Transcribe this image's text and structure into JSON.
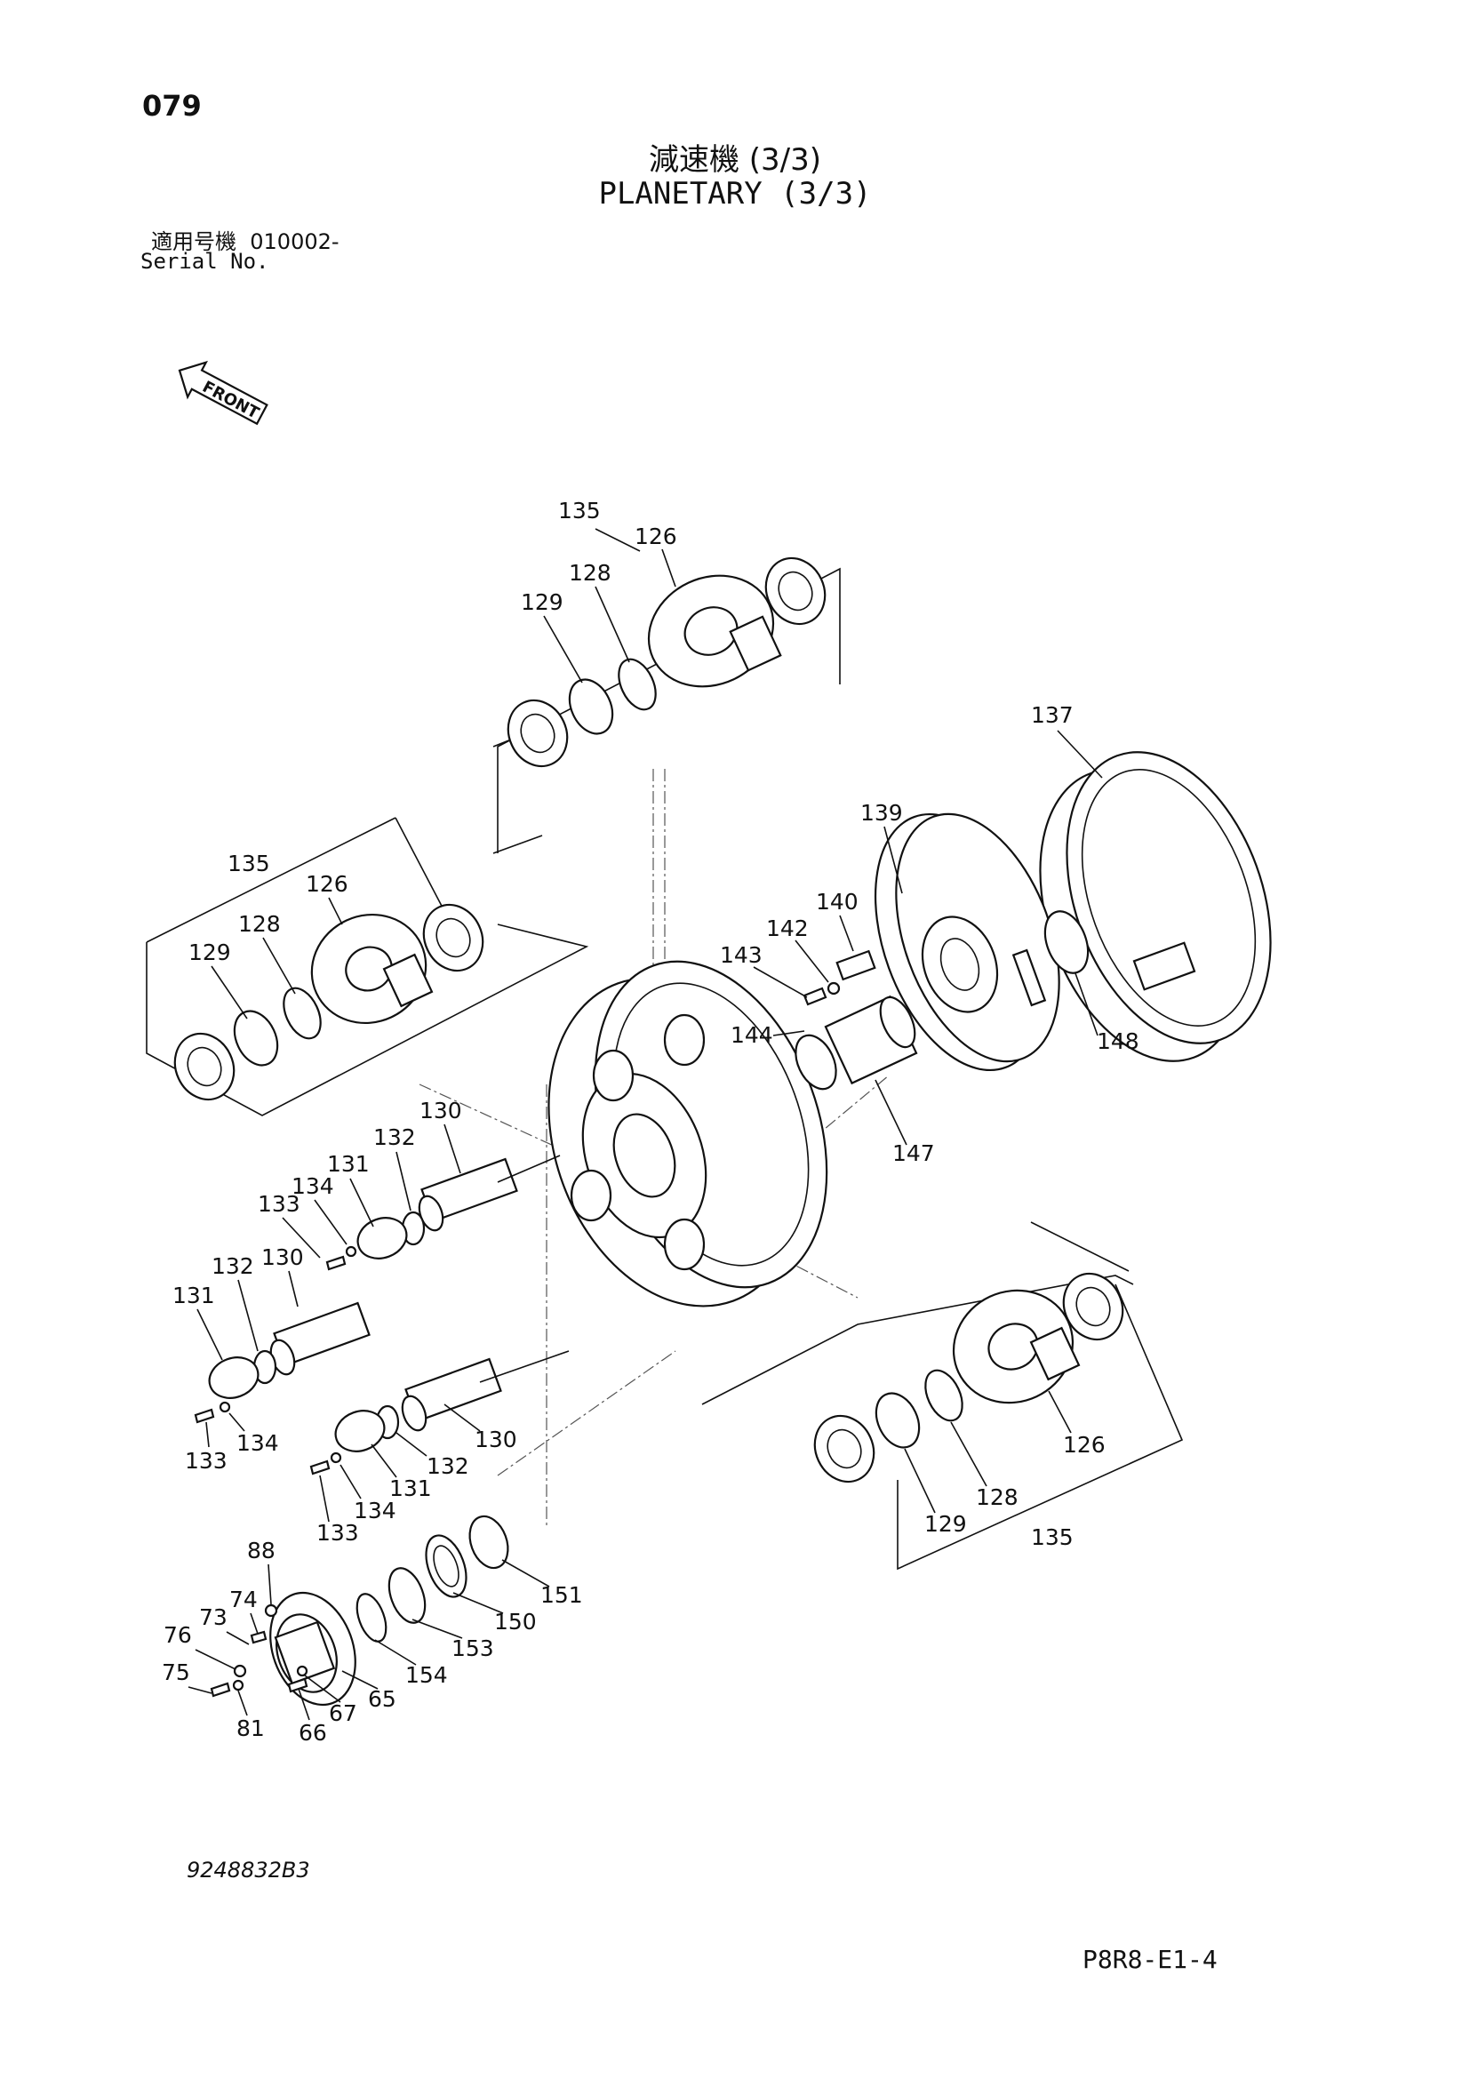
{
  "header": {
    "page_number": "079",
    "title_jp": "減速機 (3/3)",
    "title_en": "PLANETARY (3/3)",
    "serial_label_jp": "適用号機",
    "serial_value": "010002-",
    "serial_label_en": "Serial No."
  },
  "front_arrow_label": "FRONT",
  "part_labels": {
    "top_group": [
      "135",
      "126",
      "128",
      "129"
    ],
    "left_group": [
      "135",
      "126",
      "128",
      "129"
    ],
    "right_group": [
      "126",
      "128",
      "129",
      "135"
    ],
    "center": [
      "137",
      "139",
      "140",
      "142",
      "143",
      "144",
      "147",
      "148"
    ],
    "pins_upper": [
      "130",
      "132",
      "131",
      "134",
      "133"
    ],
    "pins_middle": [
      "132",
      "130",
      "131",
      "133",
      "134"
    ],
    "pins_lower": [
      "130",
      "132",
      "131",
      "134",
      "133"
    ],
    "cover": [
      "88",
      "74",
      "73",
      "76",
      "75",
      "81",
      "66",
      "67",
      "65",
      "154",
      "153",
      "150",
      "151"
    ]
  },
  "footer": {
    "drawing_number": "9248832B3",
    "sheet_code": "P8R8-E1-4"
  }
}
